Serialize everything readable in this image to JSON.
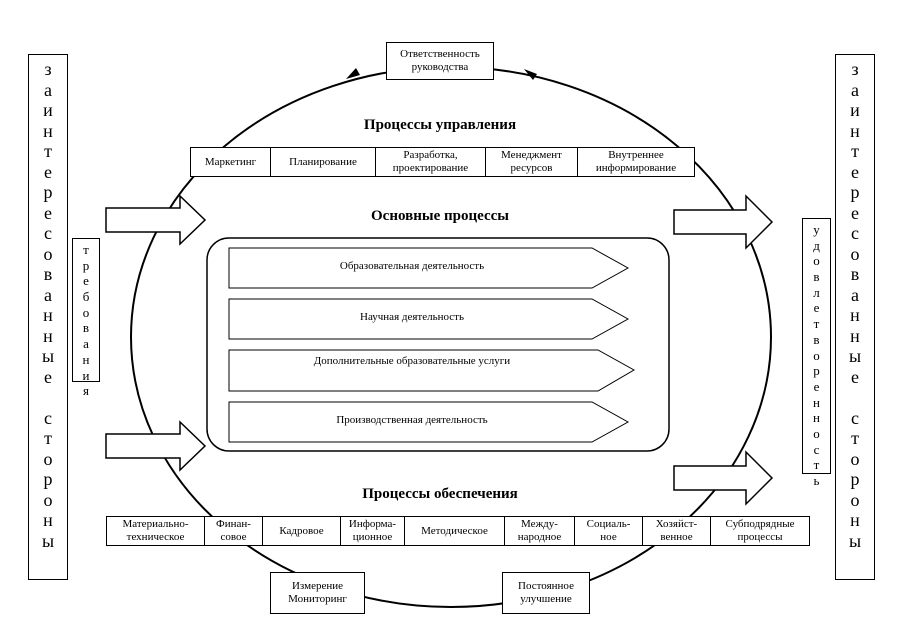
{
  "left_column": "заинтересованные стороны",
  "right_column": "заинтересованные стороны",
  "requirements": "требования",
  "satisfaction": "удовлетворенность",
  "top_box": [
    "Ответственность",
    "руководства"
  ],
  "headings": {
    "management": "Процессы управления",
    "main": "Основные процессы",
    "support": "Процессы обеспечения"
  },
  "management_processes": [
    [
      "Маркетинг"
    ],
    [
      "Планирование"
    ],
    [
      "Разработка,",
      "проектирование"
    ],
    [
      "Менеджмент",
      "ресурсов"
    ],
    [
      "Внутреннее",
      "информирование"
    ]
  ],
  "main_processes": [
    "Образовательная деятельность",
    "Научная деятельность",
    "Дополнительные образовательные услуги",
    "Производственная деятельность"
  ],
  "support_processes": [
    [
      "Материально-",
      "техническое"
    ],
    [
      "Финан-",
      "совое"
    ],
    [
      "Кадровое"
    ],
    [
      "Информа-",
      "ционное"
    ],
    [
      "Методическое"
    ],
    [
      "Между-",
      "народное"
    ],
    [
      "Социаль-",
      "ное"
    ],
    [
      "Хозяйст-",
      "венное"
    ],
    [
      "Субподрядные",
      "процессы"
    ]
  ],
  "bottom_left_box": [
    "Измерение",
    "Мониторинг"
  ],
  "bottom_right_box": [
    "Постоянное",
    "улучшение"
  ]
}
